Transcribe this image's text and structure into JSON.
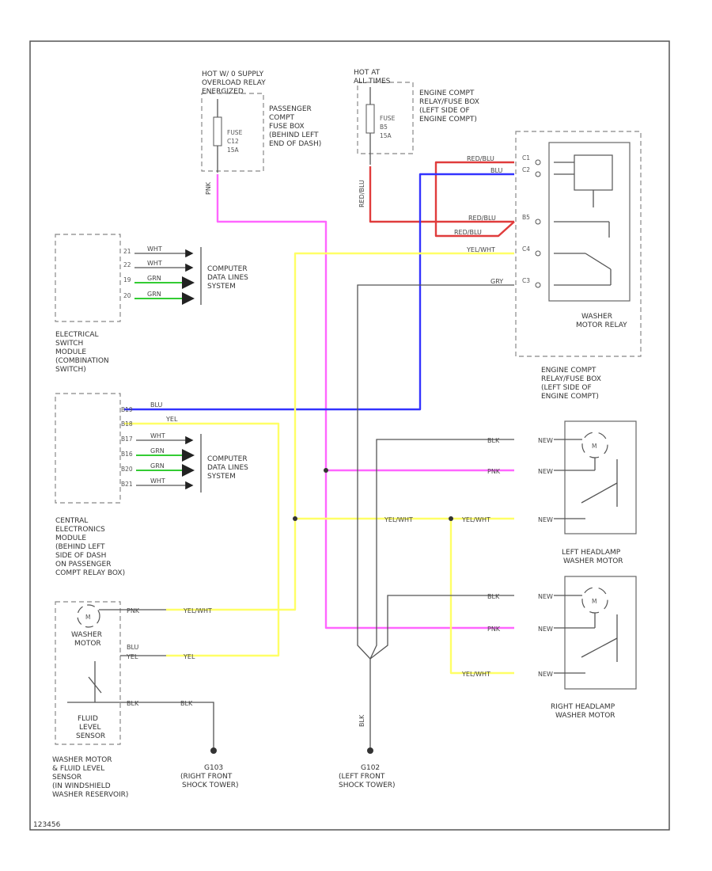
{
  "colors": {
    "pink": "#ff66ff",
    "blue": "#3333ff",
    "red": "#e03c3c",
    "yellow": "#ffff66",
    "gray": "#555555",
    "green": "#33cc33",
    "frame": "#555555"
  },
  "components": {
    "hot_supply": {
      "header": [
        "HOT W/ 0 SUPPLY",
        "OVERLOAD RELAY",
        "ENERGIZED"
      ],
      "fuse": [
        "FUSE",
        "C12",
        "15A"
      ],
      "location": [
        "PASSENGER",
        "COMPT",
        "FUSE BOX",
        "(BEHIND LEFT",
        "END OF DASH)"
      ]
    },
    "hot_at": {
      "header": [
        "HOT AT",
        "ALL TIMES"
      ],
      "fuse": [
        "FUSE",
        "B5",
        "15A"
      ],
      "location": [
        "ENGINE COMPT",
        "RELAY/FUSE BOX",
        "(LEFT SIDE OF",
        "ENGINE COMPT)"
      ]
    },
    "washer_relay": {
      "label": [
        "WASHER",
        "MOTOR RELAY"
      ],
      "pins": [
        "C1",
        "C2",
        "B5",
        "C4",
        "C3"
      ]
    },
    "relay_box_location": [
      "ENGINE COMPT",
      "RELAY/FUSE BOX",
      "(LEFT SIDE OF",
      "ENGINE COMPT)"
    ],
    "switch_module": {
      "label": [
        "ELECTRICAL",
        "SWITCH",
        "MODULE",
        "(COMBINATION",
        "SWITCH)"
      ],
      "pins": [
        "21",
        "22",
        "19",
        "20"
      ]
    },
    "computer_data_1": [
      "COMPUTER",
      "DATA LINES",
      "SYSTEM"
    ],
    "computer_data_2": [
      "COMPUTER",
      "DATA LINES",
      "SYSTEM"
    ],
    "cem": {
      "label": [
        "CENTRAL",
        "ELECTRONICS",
        "MODULE",
        "(BEHIND LEFT",
        "SIDE OF DASH",
        "ON PASSENGER",
        "COMPT RELAY BOX)"
      ],
      "pins": [
        "B19",
        "B18",
        "B17",
        "B16",
        "B20",
        "B21"
      ]
    },
    "washer_motor": {
      "m": "M",
      "label": [
        "WASHER",
        "MOTOR"
      ],
      "sensor": [
        "FLUID",
        "LEVEL",
        "SENSOR"
      ],
      "caption": [
        "WASHER MOTOR",
        "& FLUID LEVEL",
        "SENSOR",
        "(IN WINDSHIELD",
        "WASHER RESERVOIR)"
      ]
    },
    "left_hl_washer": {
      "m": "M",
      "label": [
        "LEFT HEADLAMP",
        "WASHER MOTOR"
      ]
    },
    "right_hl_washer": {
      "m": "M",
      "label": [
        "RIGHT HEADLAMP",
        "WASHER MOTOR"
      ]
    },
    "ground_right": [
      "G103",
      "(RIGHT FRONT",
      "SHOCK TOWER)"
    ],
    "ground_left": [
      "G102",
      "(LEFT FRONT",
      "SHOCK TOWER)"
    ],
    "footer": "123456"
  },
  "wire_labels": {
    "pink_top": "PNK",
    "red_at": "RED/BLU",
    "red_c1": "RED/BLU",
    "blu_c2": "BLU",
    "red_b5": "RED/BLU",
    "red_b5b": "RED/BLU",
    "yel_c4": "YEL/WHT",
    "gry_c3": "GRY",
    "sw_21": "WHT",
    "sw_22": "WHT",
    "sw_19": "GRN",
    "sw_20": "GRN",
    "cem_b19": "BLU",
    "cem_b18": "YEL",
    "cem_b17": "WHT",
    "cem_b16": "GRN",
    "cem_b20": "GRN",
    "cem_b21": "WHT",
    "motor_pnk": "PNK",
    "motor_yelwht": "YEL/WHT",
    "motor_blu": "BLU",
    "motor_yel1": "YEL",
    "motor_yel2": "YEL",
    "motor_blk1": "BLK",
    "motor_blk2": "BLK",
    "mid_yelwht1": "YEL/WHT",
    "mid_yelwht2": "YEL/WHT",
    "l_blk": "BLK",
    "l_pnk": "PNK",
    "l_conn": "NEW",
    "r_blk": "BLK",
    "r_pnk": "PNK",
    "r_yelwht": "YEL/WHT",
    "ground_blk": "BLK"
  }
}
